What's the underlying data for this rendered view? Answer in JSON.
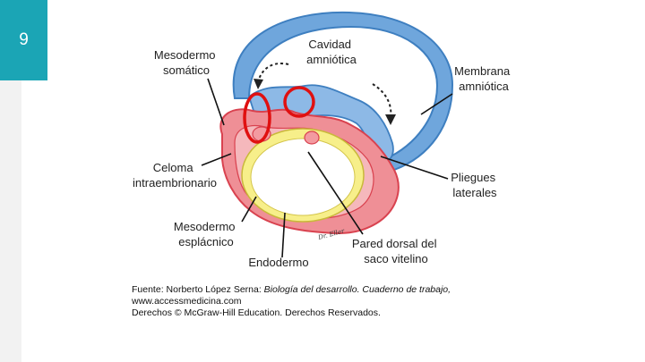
{
  "slide": {
    "number": "9",
    "accent": "#1ba5b5"
  },
  "diagram": {
    "labels": {
      "cavidad": [
        "Cavidad",
        "amniótica"
      ],
      "membrana": [
        "Membrana",
        "amniótica"
      ],
      "mesodermo_somatico": [
        "Mesodermo",
        "somático"
      ],
      "celoma": [
        "Celoma",
        "intraembrionario"
      ],
      "pliegues": [
        "Pliegues",
        "laterales"
      ],
      "mesodermo_esplacnico": [
        "Mesodermo",
        "esplácnico"
      ],
      "pared": [
        "Pared dorsal del",
        "saco vitelino"
      ],
      "endodermo": [
        "Endodermo"
      ]
    },
    "signature": "Dr. Eller",
    "colors": {
      "amnion": "#6fa6dc",
      "amnion_dark": "#3e7fc0",
      "mesoderm": "#ef8f96",
      "mesoderm_dark": "#d9424f",
      "yolk_ring": "#f7ef8a",
      "highlight_circle": "#e01010"
    }
  },
  "credits": {
    "source_prefix": "Fuente: Norberto López Serna: ",
    "source_work": "Biología del desarrollo. Cuaderno de trabajo,",
    "url": "www.accessmedicina.com",
    "rights": "Derechos © McGraw-Hill Education. Derechos Reservados."
  }
}
